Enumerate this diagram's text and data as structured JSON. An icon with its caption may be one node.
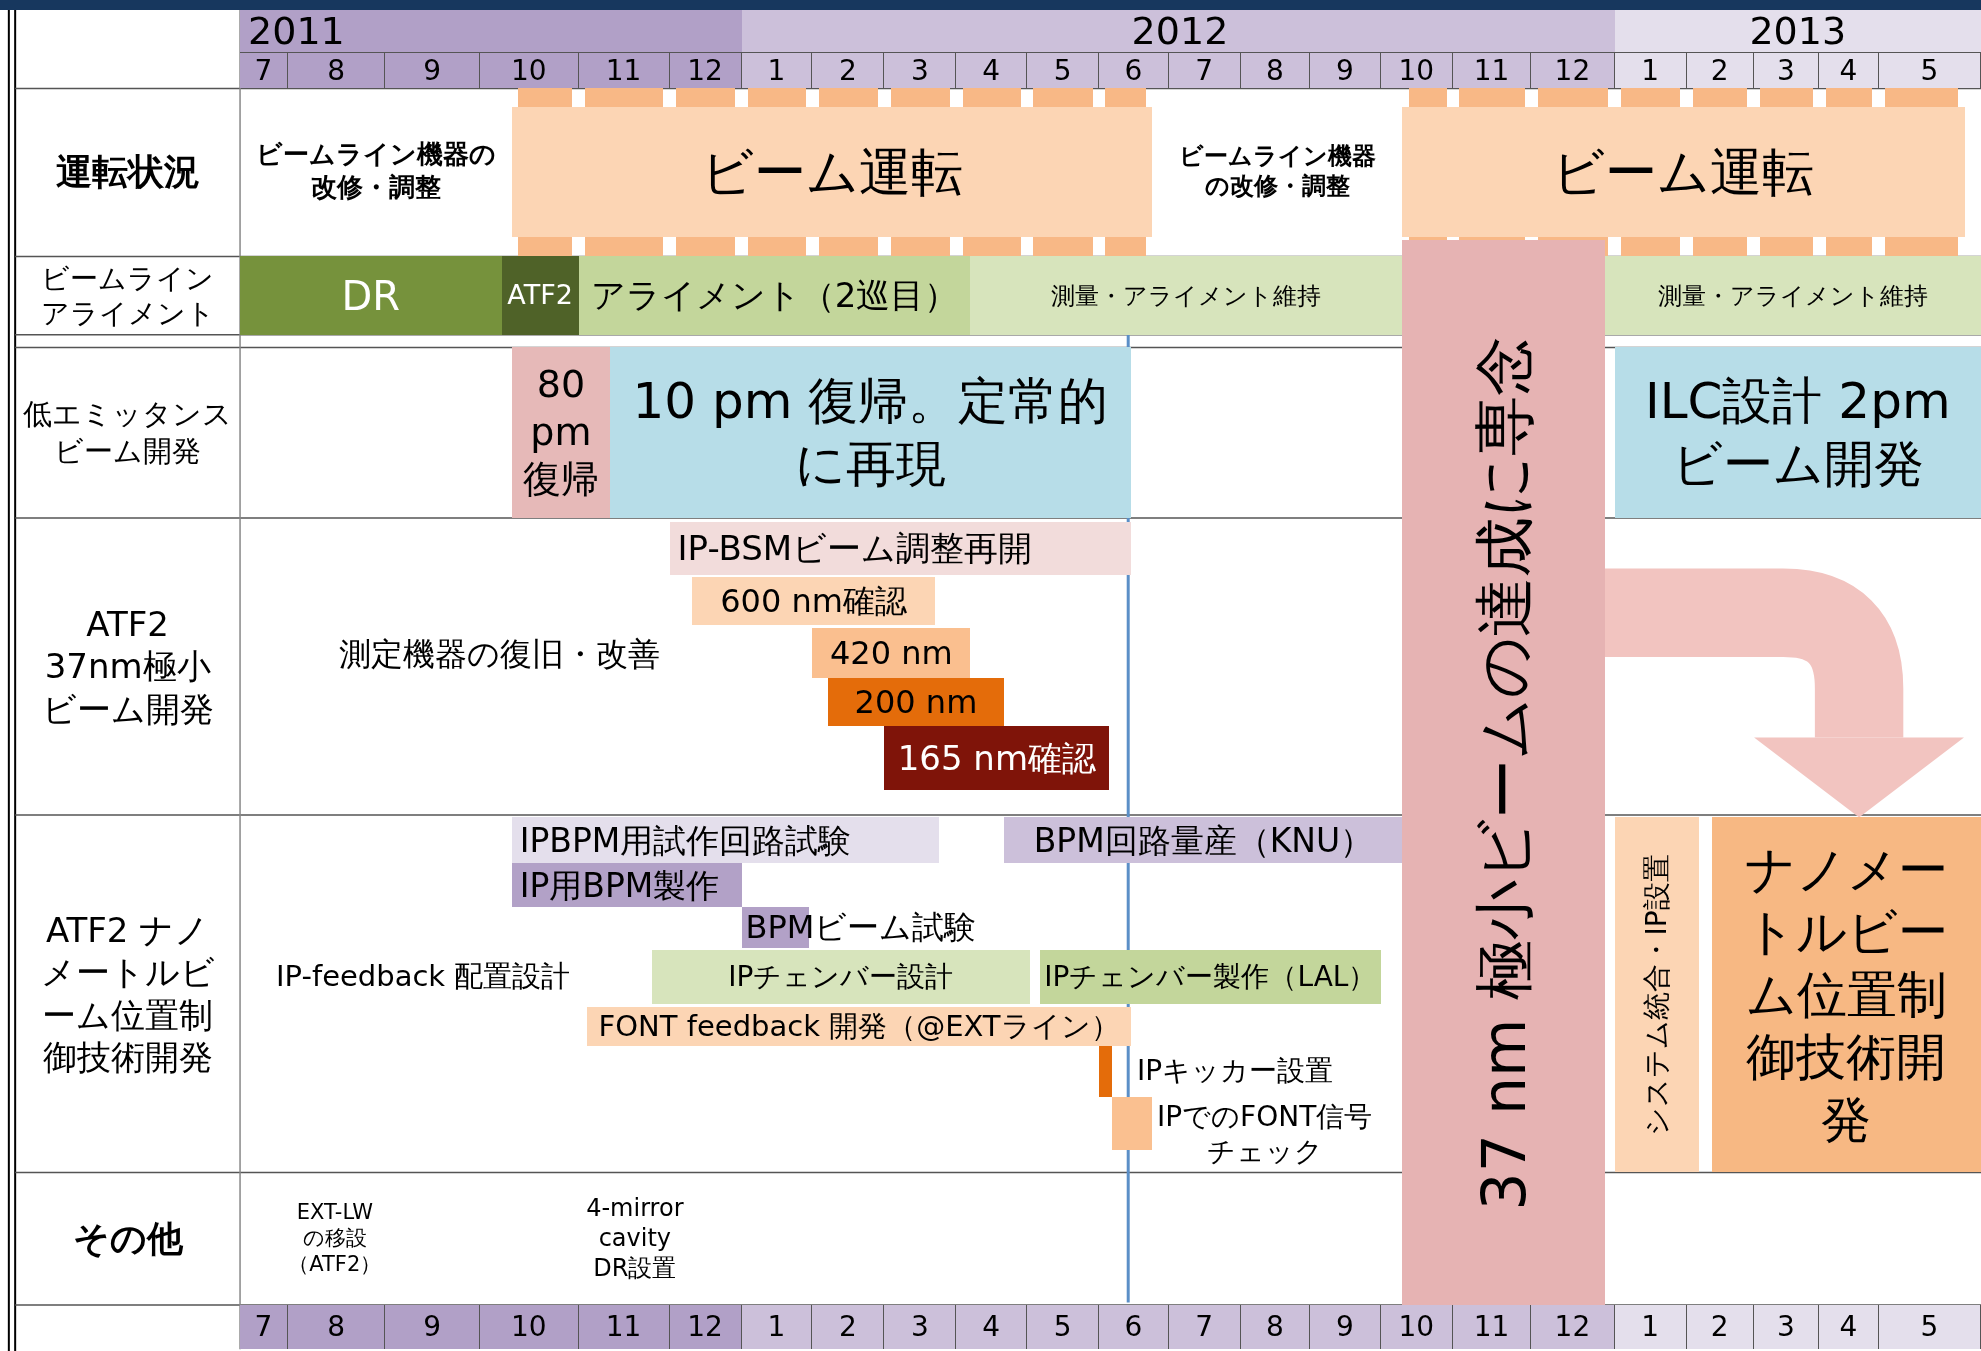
{
  "diagram": {
    "nodes": [
      {
        "text": [
          "ビーム運転"
        ]
      },
      {
        "text": [
          "ビーム運転"
        ]
      },
      {
        "text": [
          "DR"
        ]
      },
      {
        "text": [
          "ATF2"
        ]
      },
      {
        "text": [
          "アライメント（2巡目）"
        ]
      },
      {
        "text": [
          "測量・アライメント維持"
        ]
      },
      {
        "text": [
          "測量・アライメント維持"
        ]
      },
      {
        "text": [
          "80 pm 復帰"
        ]
      },
      {
        "text": [
          "10 pm 復帰。定常的に再現"
        ]
      },
      {
        "text": [
          "ILC設計 2pm ビーム開発"
        ]
      },
      {
        "text": [
          "37 nm 極小ビームの達成に専念"
        ]
      },
      {
        "text": [
          "IP-BSMビーム調整再開"
        ]
      },
      {
        "text": [
          "600 nm確認"
        ]
      },
      {
        "text": [
          "420 nm"
        ]
      },
      {
        "text": [
          "200 nm"
        ]
      },
      {
        "text": [
          "165 nm確認"
        ]
      },
      {
        "text": [
          "IPBPM用試作回路試験"
        ]
      },
      {
        "text": [
          "BPM回路量産（KNU）"
        ]
      },
      {
        "text": [
          "IP用BPM製作"
        ]
      },
      {
        "text": [
          "BPMビーム試験"
        ]
      },
      {
        "text": [
          "IPチェンバー設計"
        ]
      },
      {
        "text": [
          "IPチェンバー製作（LAL）"
        ]
      },
      {
        "text": [
          "FONT feedback 開発（@EXTライン）"
        ]
      },
      {
        "text": [],
        "shape": "bar"
      },
      {
        "text": [],
        "shape": "bar"
      },
      {
        "text": [
          "システム統合・IP設置"
        ]
      },
      {
        "text": [
          "ナノメートルビーム位置制御技術開発"
        ]
      }
    ],
    "edges": [
      {
        "from": 10,
        "to": 26,
        "arrow": "to",
        "color": "#f2c4c0"
      }
    ],
    "labels": [
      "2011",
      "2012",
      "2013",
      "7",
      "8",
      "9",
      "10",
      "11",
      "12",
      "1",
      "2",
      "3",
      "4",
      "5",
      "6",
      "7",
      "8",
      "9",
      "10",
      "11",
      "12",
      "1",
      "2",
      "3",
      "4",
      "5",
      "運転状況",
      "ビームライン機器の改修・調整",
      "ビームライン機器の改修・調整",
      "ビームラインアライメント",
      "低エミッタンスビーム開発",
      "ATF2 37nm極小ビーム開発",
      "測定機器の復旧・改善",
      "ATF2 ナノメートルビーム位置制御技術開発",
      "IP-feedback 配置設計",
      "IPキッカー設置",
      "IPでのFONT信号チェック",
      "その他",
      "EXT-LWの移設（ATF2）",
      "4-mirror cavity DR設置",
      "7",
      "8",
      "9",
      "10",
      "11",
      "12",
      "1",
      "2",
      "3",
      "4",
      "5",
      "6",
      "7",
      "8",
      "9",
      "10",
      "11",
      "12",
      "1",
      "2",
      "3",
      "4",
      "5"
    ]
  }
}
